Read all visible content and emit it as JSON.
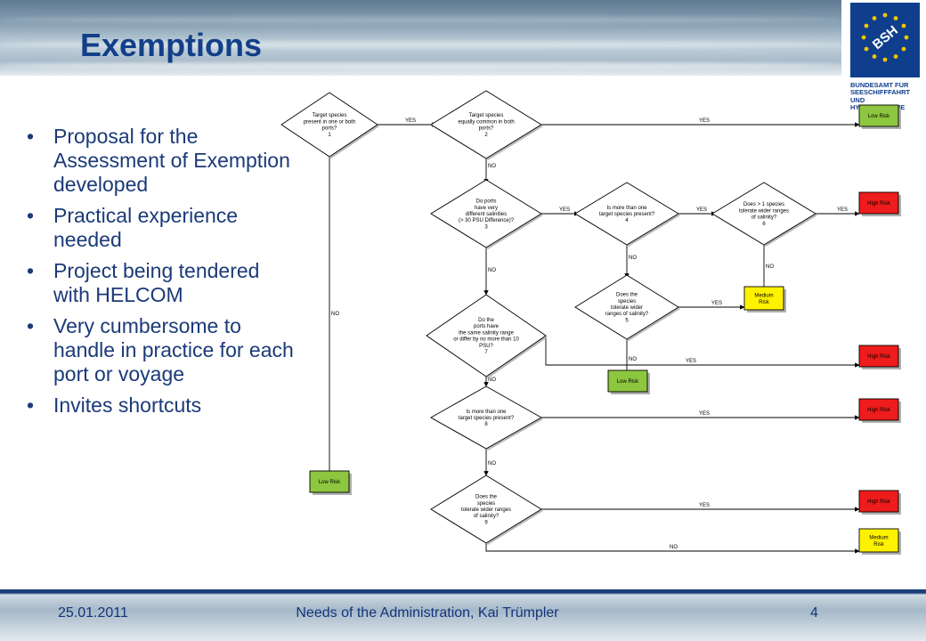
{
  "slide": {
    "title": "Exemptions",
    "bullets": [
      "Proposal for the Assessment of Exemption developed",
      "Practical experience needed",
      "Project being tendered with HELCOM",
      "Very cumbersome to handle in practice for each port or voyage",
      "Invites shortcuts"
    ]
  },
  "logo": {
    "emblem_text": "BSH",
    "org_name": "BUNDESAMT FÜR\nSEESCHIFFFAHRT\nUND\nHYDROGRAPHIE"
  },
  "footer": {
    "date": "25.01.2011",
    "center": "Needs of the Administration, Kai Trümpler",
    "page": "4"
  },
  "colors": {
    "title": "#123f88",
    "text": "#1b3a78",
    "low_risk": "#8dc63f",
    "high_risk": "#ee1c1c",
    "medium_risk": "#fff200"
  },
  "flowchart": {
    "decisions": [
      {
        "id": "d1",
        "lines": [
          "Target species",
          "present in one or both",
          "ports?",
          "1"
        ]
      },
      {
        "id": "d2",
        "lines": [
          "Target species",
          "equally common in both",
          "ports?",
          "2"
        ]
      },
      {
        "id": "d3",
        "lines": [
          "Do ports",
          "have very",
          "different salinities",
          "(> 30 PSU Difference)?",
          "3"
        ]
      },
      {
        "id": "d4",
        "lines": [
          "Is more than one",
          "target species present?",
          "4"
        ]
      },
      {
        "id": "d5",
        "lines": [
          "Does the",
          "species",
          "tolerate wider",
          "ranges of salinity?",
          "5"
        ]
      },
      {
        "id": "d6",
        "lines": [
          "Does > 1 species",
          "tolerate wider ranges",
          "of salinity?",
          "6"
        ]
      },
      {
        "id": "d7",
        "lines": [
          "Do the",
          "ports have",
          "the same salinity range",
          "or differ by no more than 10",
          "PSU?",
          "7"
        ]
      },
      {
        "id": "d8",
        "lines": [
          "Is more than one",
          "target species present?",
          "8"
        ]
      },
      {
        "id": "d9",
        "lines": [
          "Does the",
          "species",
          "tolerate wider ranges",
          "of salinity?",
          "9"
        ]
      }
    ],
    "outcomes": [
      {
        "id": "r1",
        "lines": [
          "Low Risk"
        ],
        "level": "low"
      },
      {
        "id": "r2",
        "lines": [
          "High Risk"
        ],
        "level": "high"
      },
      {
        "id": "r3",
        "lines": [
          "Medium",
          "Risk"
        ],
        "level": "medium"
      },
      {
        "id": "r4",
        "lines": [
          "High Risk"
        ],
        "level": "high"
      },
      {
        "id": "r5",
        "lines": [
          "Low Risk"
        ],
        "level": "low"
      },
      {
        "id": "r6",
        "lines": [
          "High Risk"
        ],
        "level": "high"
      },
      {
        "id": "r7",
        "lines": [
          "Low Risk"
        ],
        "level": "low"
      },
      {
        "id": "r8",
        "lines": [
          "High Risk"
        ],
        "level": "high"
      },
      {
        "id": "r9",
        "lines": [
          "Medium",
          "Risk"
        ],
        "level": "medium"
      }
    ],
    "edges": [
      {
        "id": "e1",
        "label": "YES"
      },
      {
        "id": "e2",
        "label": "NO"
      },
      {
        "id": "e3",
        "label": "YES"
      },
      {
        "id": "e4",
        "label": "NO"
      },
      {
        "id": "e5",
        "label": "YES"
      },
      {
        "id": "e6",
        "label": "YES"
      },
      {
        "id": "e7",
        "label": "YES"
      },
      {
        "id": "e8",
        "label": "NO"
      },
      {
        "id": "e9",
        "label": "NO"
      },
      {
        "id": "e10",
        "label": "YES"
      },
      {
        "id": "e11",
        "label": "NO"
      },
      {
        "id": "e12",
        "label": "NO"
      },
      {
        "id": "e13",
        "label": "YES"
      },
      {
        "id": "e14",
        "label": "NO"
      },
      {
        "id": "e15",
        "label": "YES"
      },
      {
        "id": "e16",
        "label": "NO"
      },
      {
        "id": "e17",
        "label": "YES"
      },
      {
        "id": "e18",
        "label": "NO"
      }
    ]
  }
}
